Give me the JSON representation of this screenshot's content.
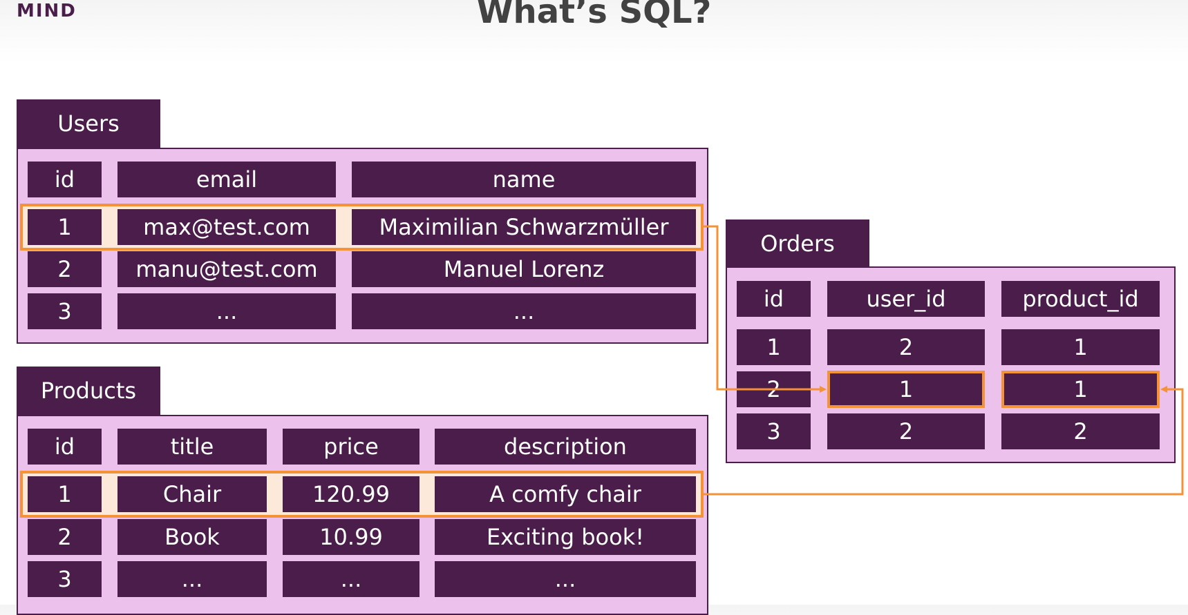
{
  "header": {
    "logo": "MIND",
    "title": "What’s SQL?"
  },
  "users": {
    "name": "Users",
    "columns": [
      "id",
      "email",
      "name"
    ],
    "rows": [
      [
        "1",
        "max@test.com",
        "Maximilian Schwarzmüller"
      ],
      [
        "2",
        "manu@test.com",
        "Manuel Lorenz"
      ],
      [
        "3",
        "...",
        "..."
      ]
    ]
  },
  "products": {
    "name": "Products",
    "columns": [
      "id",
      "title",
      "price",
      "description"
    ],
    "rows": [
      [
        "1",
        "Chair",
        "120.99",
        "A comfy chair"
      ],
      [
        "2",
        "Book",
        "10.99",
        "Exciting book!"
      ],
      [
        "3",
        "...",
        "...",
        "..."
      ]
    ]
  },
  "orders": {
    "name": "Orders",
    "columns": [
      "id",
      "user_id",
      "product_id"
    ],
    "rows": [
      [
        "1",
        "2",
        "1"
      ],
      [
        "2",
        "1",
        "1"
      ],
      [
        "3",
        "2",
        "2"
      ]
    ]
  },
  "colors": {
    "cell": "#4a1d4a",
    "panel": "#ecc1ec",
    "highlight": "#f39237",
    "highlight_fill": "#fde9d9",
    "title": "#424242"
  }
}
